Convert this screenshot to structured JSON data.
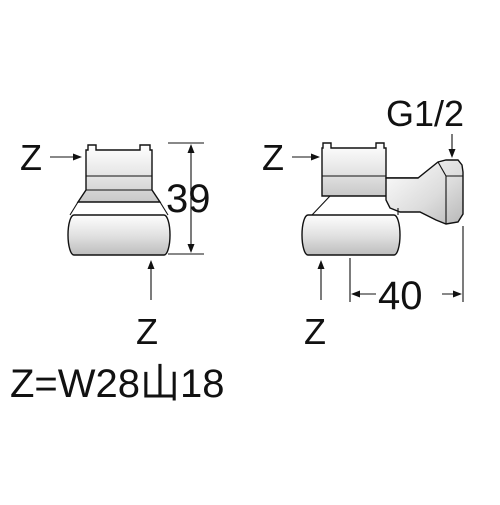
{
  "labels": {
    "left_z_side": "Z",
    "left_z_bottom": "Z",
    "right_z_side": "Z",
    "right_z_bottom": "Z",
    "height_dim": "39",
    "width_dim": "40",
    "thread_callout": "G1/2",
    "formula": "Z=W28山18"
  }
}
